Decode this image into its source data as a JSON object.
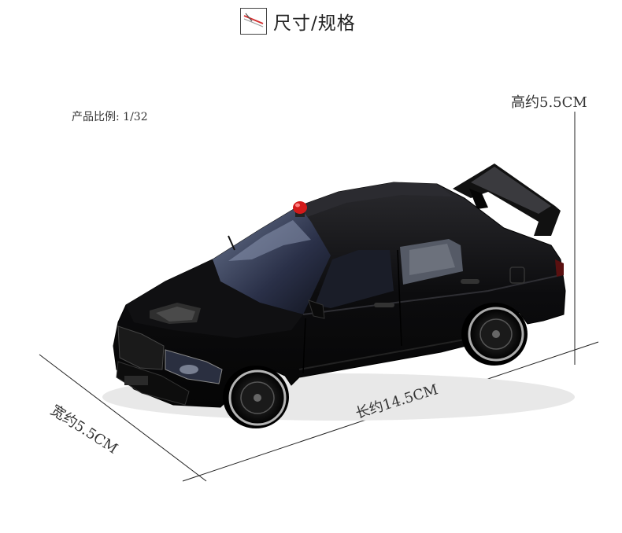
{
  "header": {
    "icon": "ruler-pencil-icon",
    "title": "尺寸/规格"
  },
  "product": {
    "scale_text": "产品比例: 1/32"
  },
  "dimensions": {
    "height_text": "高约5.5CM",
    "length_text": "长约14.5CM",
    "width_text": "宽约5.5CM"
  },
  "colors": {
    "car_body": "#0b0b0d",
    "siren": "#d21a1a",
    "lines": "#222222"
  }
}
